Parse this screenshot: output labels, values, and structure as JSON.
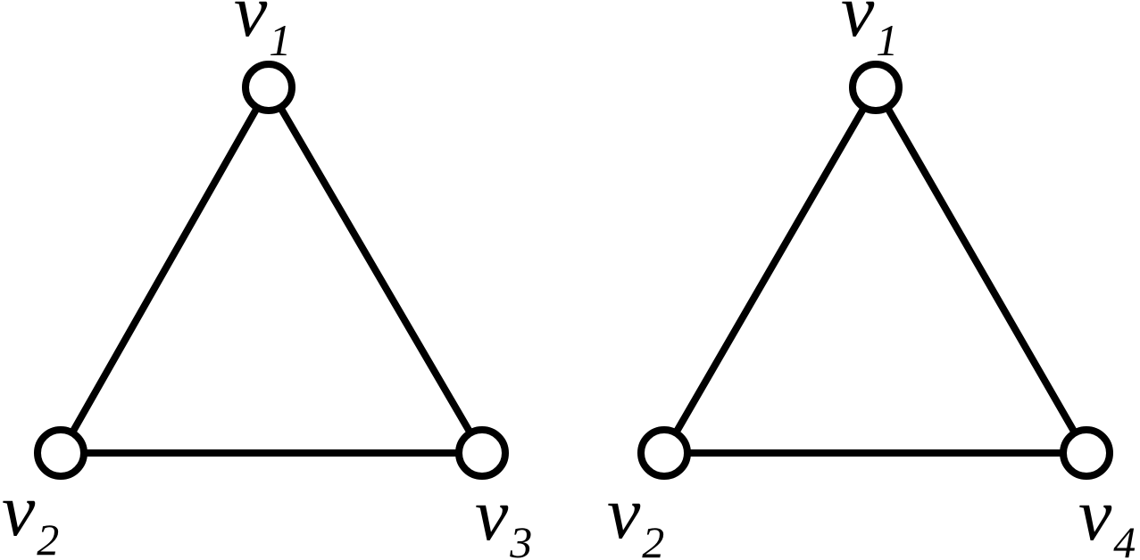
{
  "graphs": [
    {
      "id": "left",
      "vertices": [
        {
          "id": "v1",
          "name": "v",
          "index": "1"
        },
        {
          "id": "v2",
          "name": "v",
          "index": "2"
        },
        {
          "id": "v3",
          "name": "v",
          "index": "3"
        }
      ],
      "edges": [
        [
          "v1",
          "v2"
        ],
        [
          "v1",
          "v3"
        ],
        [
          "v2",
          "v3"
        ]
      ]
    },
    {
      "id": "right",
      "vertices": [
        {
          "id": "v1",
          "name": "v",
          "index": "1"
        },
        {
          "id": "v2",
          "name": "v",
          "index": "2"
        },
        {
          "id": "v4",
          "name": "v",
          "index": "4"
        }
      ],
      "edges": [
        [
          "v1",
          "v2"
        ],
        [
          "v1",
          "v4"
        ],
        [
          "v2",
          "v4"
        ]
      ]
    }
  ],
  "colors": {
    "stroke": "#000000",
    "background": "#ffffff"
  }
}
